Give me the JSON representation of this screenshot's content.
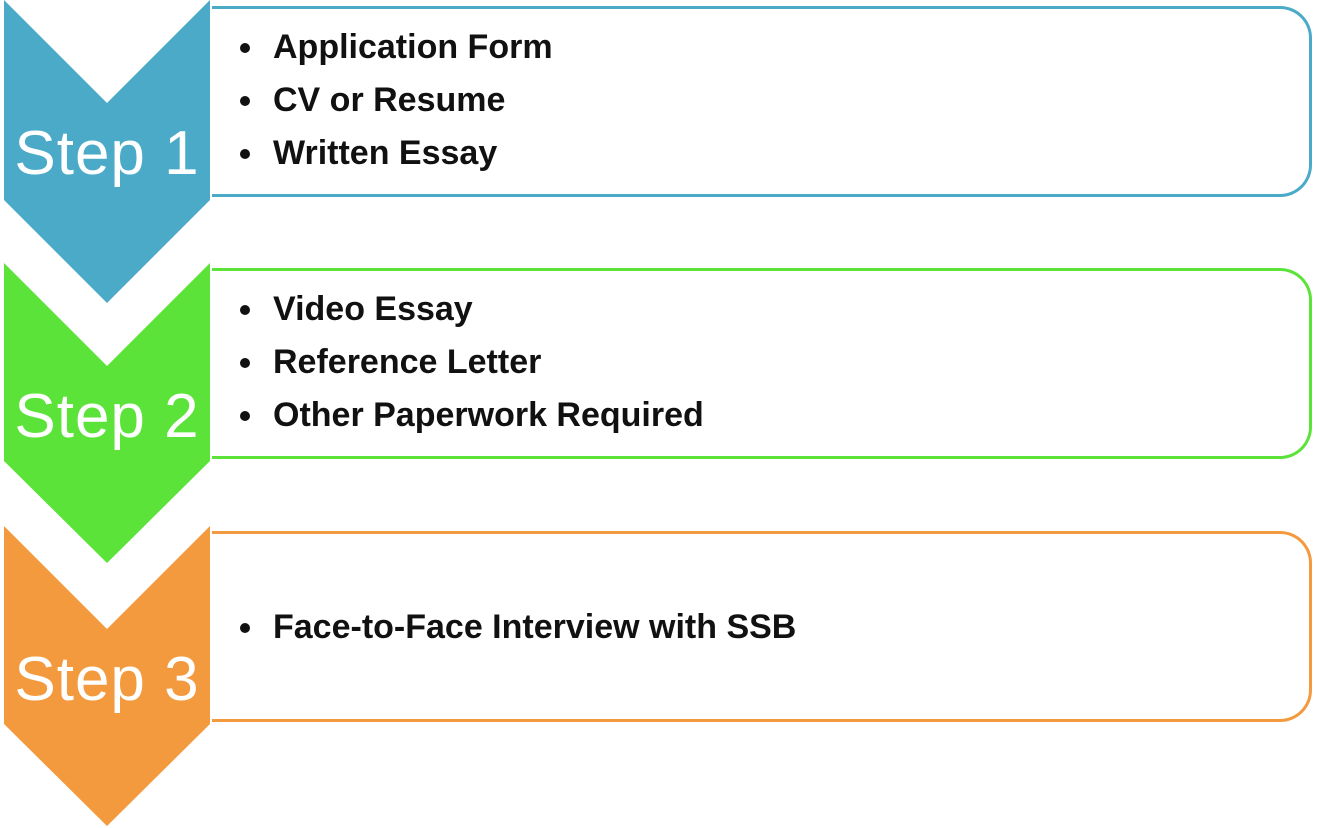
{
  "steps": [
    {
      "label": "Step 1",
      "color": "#4aaac8",
      "items": [
        "Application Form",
        "CV or Resume",
        "Written Essay"
      ]
    },
    {
      "label": "Step 2",
      "color": "#5ce33a",
      "items": [
        "Video Essay",
        "Reference Letter",
        "Other Paperwork Required"
      ]
    },
    {
      "label": "Step 3",
      "color": "#f49a3e",
      "items": [
        "Face-to-Face Interview with SSB"
      ]
    }
  ]
}
